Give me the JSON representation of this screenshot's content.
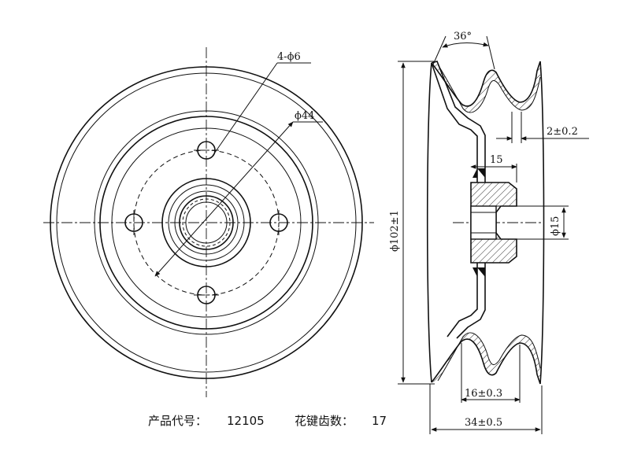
{
  "labels": {
    "bolt_holes": "4-ϕ6",
    "pitch_circle": "ϕ44",
    "groove_angle": "36°",
    "wall_thickness": "2±0.2",
    "hub_width": "15",
    "outer_diameter": "ϕ102±1",
    "bore_diameter": "ϕ15",
    "groove_pitch": "16±0.3",
    "total_width": "34±0.5"
  },
  "caption": {
    "product_code_label": "产品代号：",
    "product_code": "12105",
    "spline_teeth_label": "花键齿数：",
    "spline_teeth": "17"
  }
}
